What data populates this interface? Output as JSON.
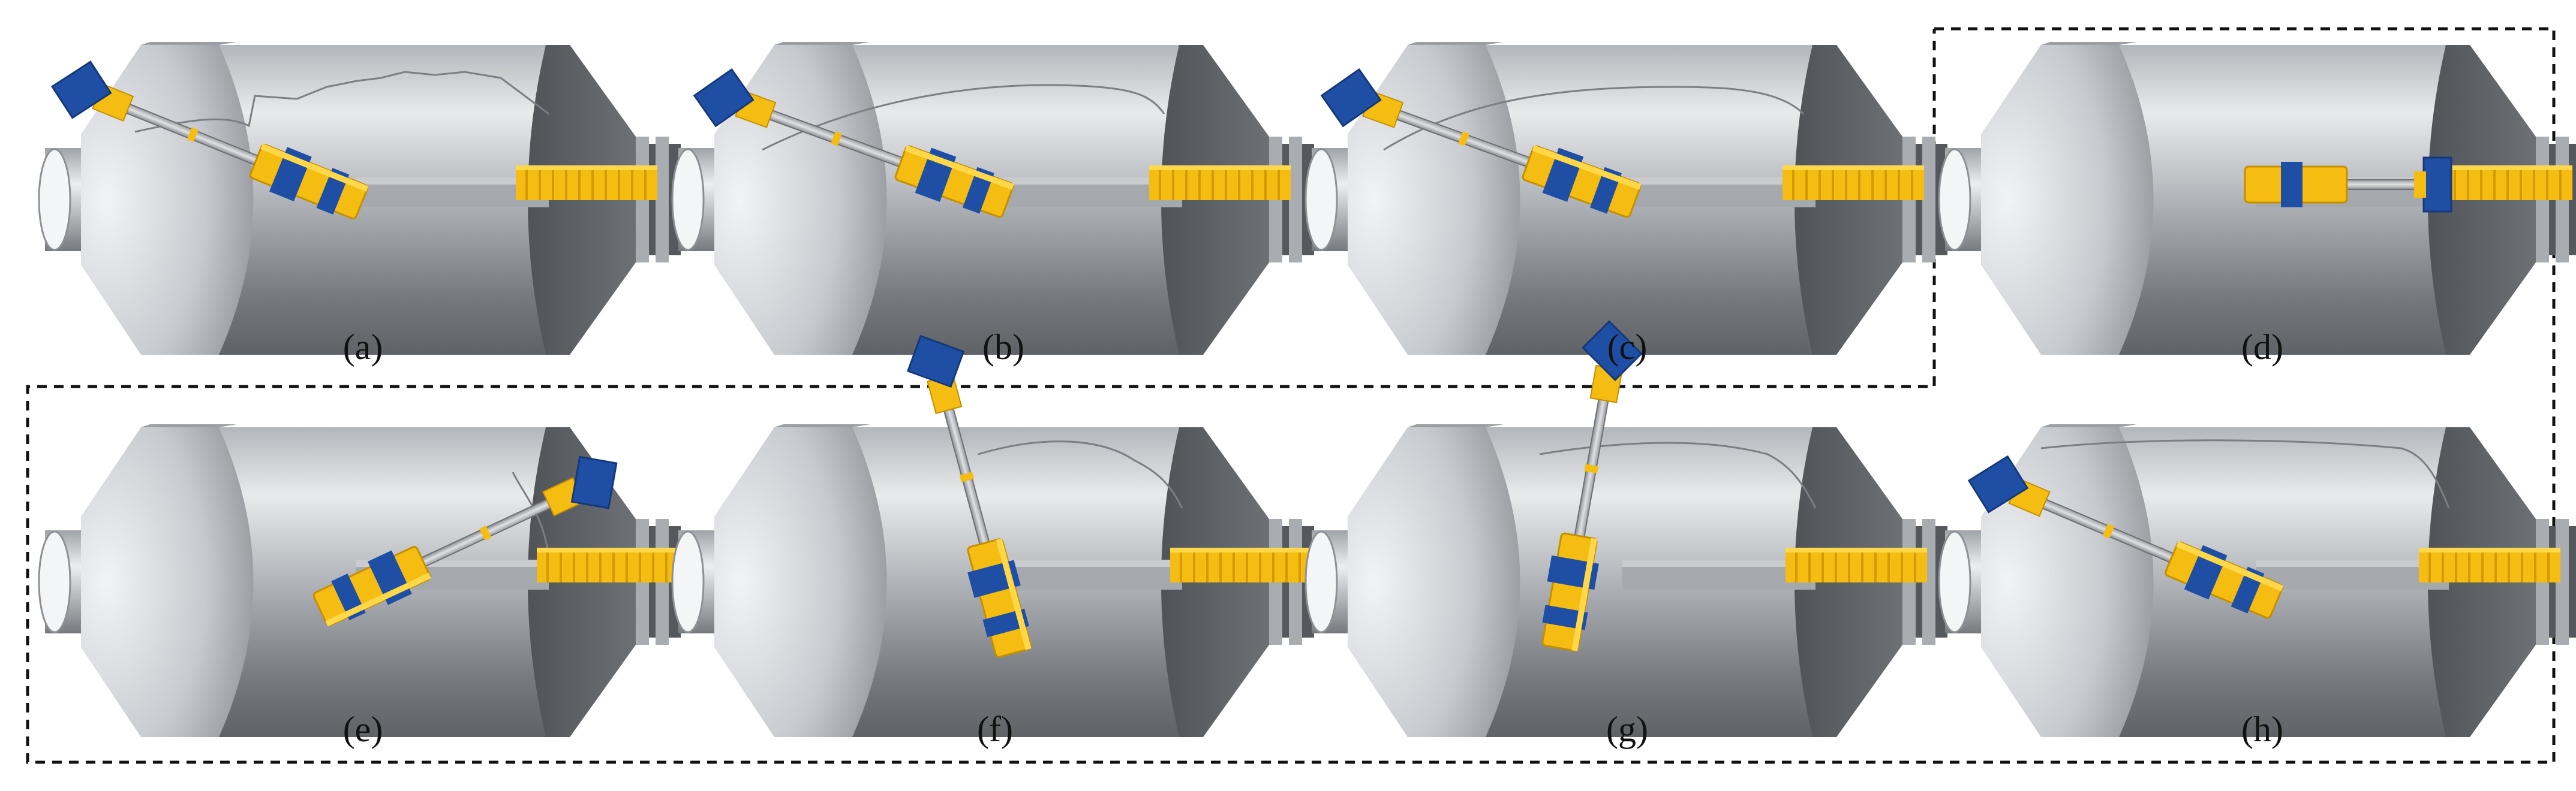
{
  "figure": {
    "panels": [
      {
        "label": "(a)",
        "arm": "tilted",
        "trail": "rough"
      },
      {
        "label": "(b)",
        "arm": "tilted",
        "trail": "arc"
      },
      {
        "label": "(c)",
        "arm": "tilted",
        "trail": "arc"
      },
      {
        "label": "(d)",
        "arm": "retracted",
        "trail": "none"
      },
      {
        "label": "(e)",
        "arm": "raised-right",
        "trail": "short"
      },
      {
        "label": "(f)",
        "arm": "vertical",
        "trail": "arc"
      },
      {
        "label": "(g)",
        "arm": "vertical",
        "trail": "arc"
      },
      {
        "label": "(h)",
        "arm": "tilted",
        "trail": "arc"
      }
    ],
    "groups": [
      "group-top-abc",
      "group-bottom-d-h"
    ],
    "colors": {
      "vessel_light": "#e4e6e9",
      "vessel_mid": "#b9bcc1",
      "vessel_dark": "#63666b",
      "robot_body": "#f5bd12",
      "robot_effector": "#1f4fa5",
      "rail": "#f5bd12",
      "boundary": "#111111"
    }
  }
}
